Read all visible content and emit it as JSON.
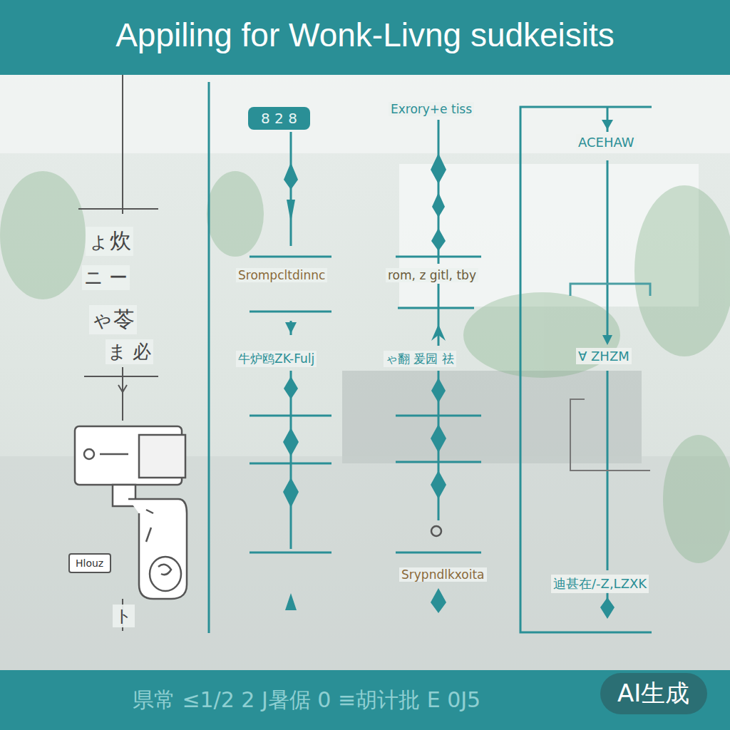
{
  "diagram": {
    "title": "Appiling for Wonk-Livng sudkeisits",
    "caption": "県常 ≤1/2 2 J暑倨 0 ≡胡计批 E 0J5",
    "nodes": [
      {
        "text": [
          "8 2 8"
        ]
      },
      {
        "text": [
          "Hlouz"
        ]
      },
      {
        "text": [
          "ACEHAW",
          "Ɐ ZHZM",
          "迪甚在/-Z,LZXK"
        ]
      },
      {
        "text": [
          "AI生成"
        ]
      }
    ],
    "labels": [
      "Exrory+e tiss",
      "ょ炊",
      "ニ ー",
      "ゃ苓",
      "ま 必",
      "Srompcltdinnc",
      "rom, z gitl, tby",
      "牛炉鸥ZK-Fulj",
      "ゃ翻 爰园 祛",
      "Srypndlkxoita",
      "ト"
    ]
  }
}
